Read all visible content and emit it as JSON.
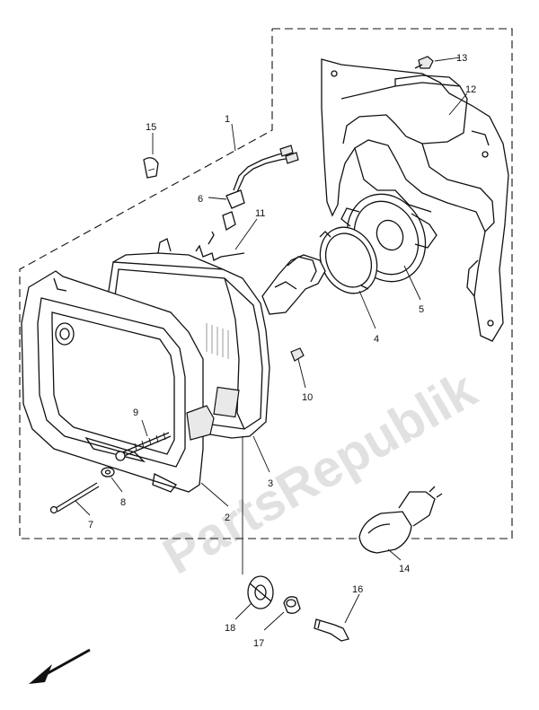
{
  "diagram": {
    "part_labels": {
      "p1": "1",
      "p2": "2",
      "p3": "3",
      "p4": "4",
      "p5": "5",
      "p6": "6",
      "p7": "7",
      "p8": "8",
      "p9": "9",
      "p10": "10",
      "p11": "11",
      "p12": "12",
      "p13": "13",
      "p14": "14",
      "p15": "15",
      "p16": "16",
      "p17": "17",
      "p18": "18"
    },
    "watermark": "PartsRepublik"
  }
}
